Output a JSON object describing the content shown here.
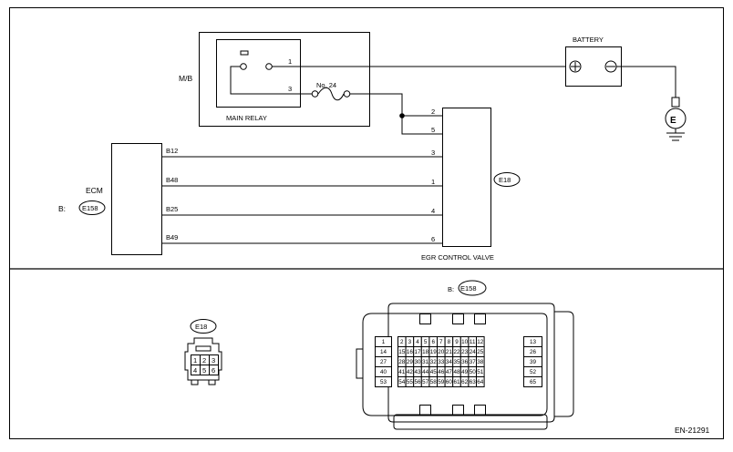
{
  "top": {
    "mb_label": "M/B",
    "main_relay": {
      "label": "MAIN RELAY",
      "pin_top": "1",
      "pin_bottom": "3"
    },
    "fuse_label": "No. 24",
    "battery_label": "BATTERY",
    "ecm": {
      "label": "ECM",
      "conn_prefix": "B:",
      "conn_id": "E158",
      "pins": [
        "B12",
        "B48",
        "B25",
        "B49"
      ]
    },
    "valve": {
      "label": "EGR CONTROL VALVE",
      "conn_id": "E18",
      "pins": [
        "2",
        "5",
        "3",
        "1",
        "4",
        "6"
      ]
    },
    "ground_symbol": "E"
  },
  "bottom": {
    "e18": {
      "conn_id": "E18",
      "pins": [
        "1",
        "2",
        "3",
        "4",
        "5",
        "6"
      ]
    },
    "e158": {
      "conn_prefix": "B:",
      "conn_id": "E158",
      "left_col": [
        "1",
        "14",
        "27",
        "40",
        "53"
      ],
      "right_col": [
        "13",
        "26",
        "39",
        "52",
        "65"
      ],
      "rows": [
        [
          "2",
          "3",
          "4",
          "5",
          "6",
          "7",
          "8",
          "9",
          "10",
          "11",
          "12"
        ],
        [
          "15",
          "16",
          "17",
          "18",
          "19",
          "20",
          "21",
          "22",
          "23",
          "24",
          "25"
        ],
        [
          "28",
          "29",
          "30",
          "31",
          "32",
          "33",
          "34",
          "35",
          "36",
          "37",
          "38"
        ],
        [
          "41",
          "42",
          "43",
          "44",
          "45",
          "46",
          "47",
          "48",
          "49",
          "50",
          "51"
        ],
        [
          "54",
          "55",
          "56",
          "57",
          "58",
          "59",
          "60",
          "61",
          "62",
          "63",
          "64"
        ]
      ]
    },
    "figure_code": "EN-21291"
  }
}
